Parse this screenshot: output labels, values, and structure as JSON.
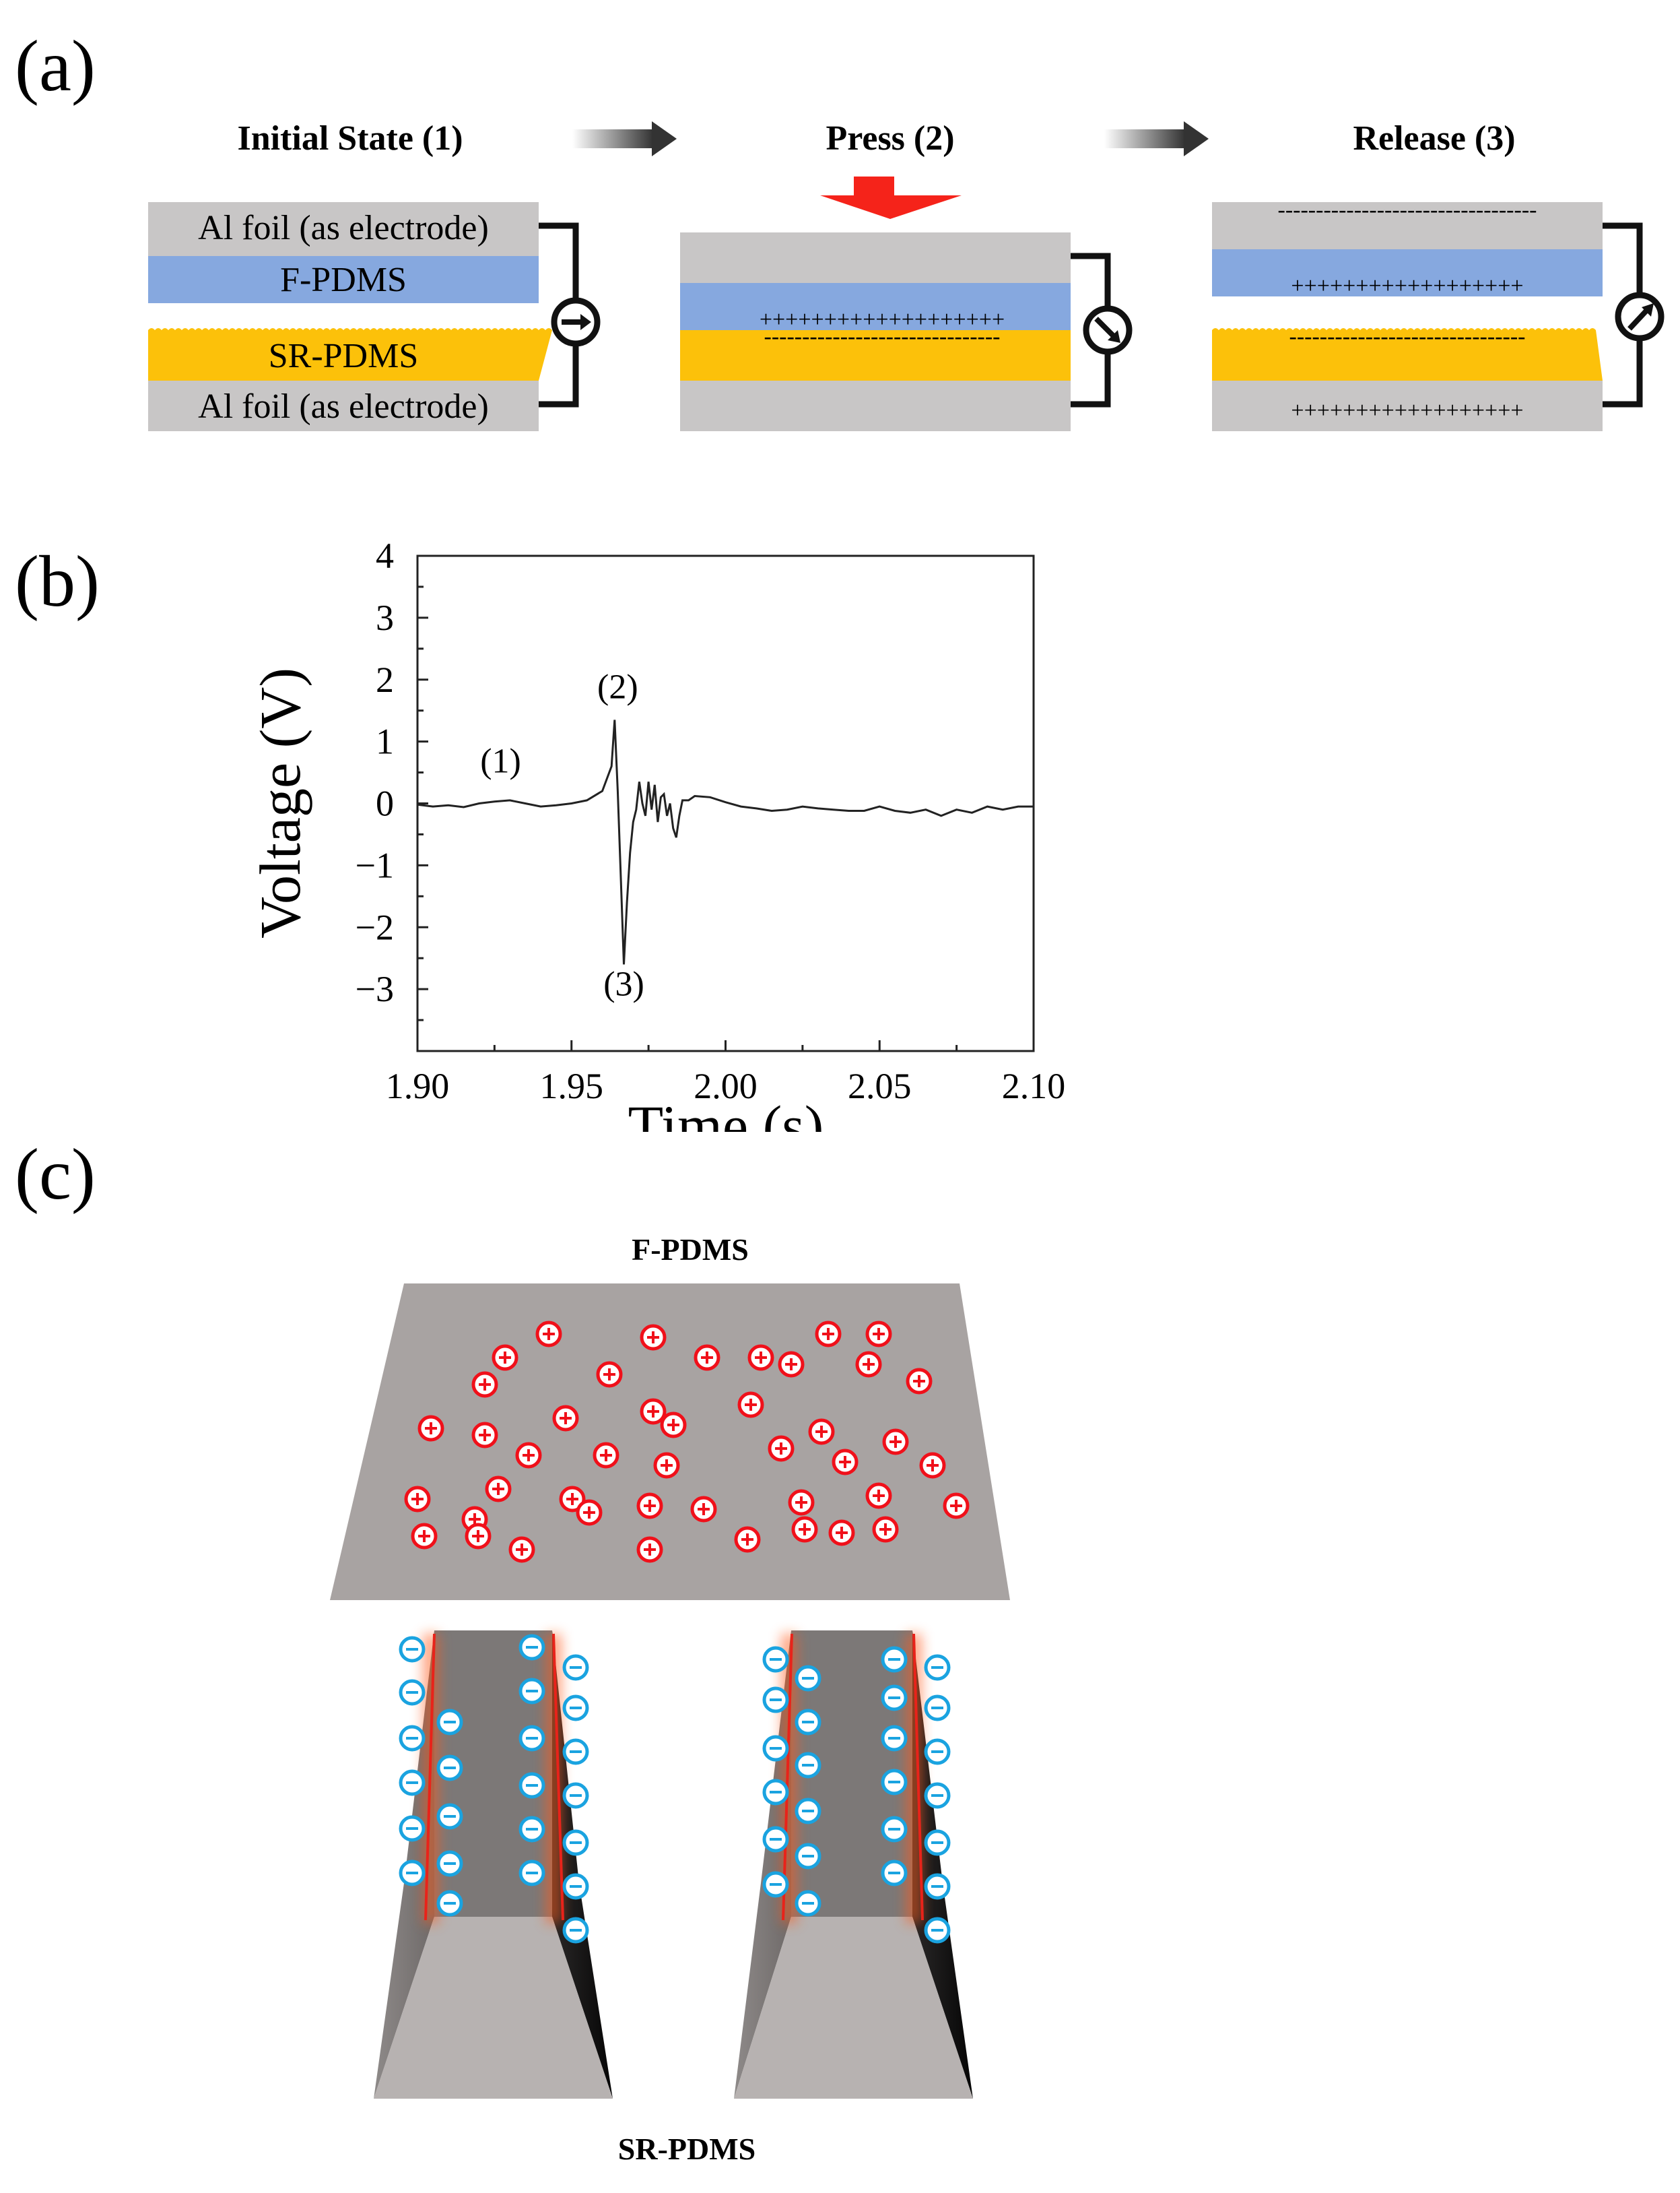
{
  "panel_labels": {
    "a": "(a)",
    "b": "(b)",
    "c": "(c)"
  },
  "panel_a": {
    "states": {
      "initial": "Initial State (1)",
      "press": "Press (2)",
      "release": "Release (3)"
    },
    "layers": {
      "top_electrode": "Al foil (as electrode)",
      "f_pdms": "F-PDMS",
      "sr_pdms": "SR-PDMS",
      "bottom_electrode": "Al foil (as electrode)"
    },
    "charges": {
      "plus_row": "+++++++++++++++++++",
      "minus_row": "-------------------------------",
      "release_top_minus": "----------------------------------",
      "release_plus": "++++++++++++++++++",
      "release_sr_minus": "-------------------------------",
      "release_bottom_plus": "++++++++++++++++++"
    },
    "colors": {
      "electrode": "#c8c6c6",
      "f_pdms": "#86a8df",
      "sr_pdms": "#fcc10a",
      "press_arrow": "#f5231a"
    }
  },
  "chart_data": {
    "type": "line",
    "xlabel": "Time (s)",
    "ylabel": "Voltage (V)",
    "xlim": [
      1.9,
      2.1
    ],
    "ylim": [
      -4,
      4
    ],
    "x_ticks": [
      "1.90",
      "1.95",
      "2.00",
      "2.05",
      "2.10"
    ],
    "y_ticks": [
      "4",
      "3",
      "2",
      "1",
      "0",
      "−1",
      "−2",
      "−3"
    ],
    "series": [
      {
        "x": [
          1.9,
          1.905,
          1.91,
          1.915,
          1.92,
          1.925,
          1.93,
          1.935,
          1.94,
          1.945,
          1.95,
          1.955,
          1.96,
          1.963,
          1.964,
          1.965,
          1.966,
          1.967,
          1.968,
          1.969,
          1.97,
          1.971,
          1.972,
          1.973,
          1.974,
          1.975,
          1.976,
          1.977,
          1.978,
          1.979,
          1.98,
          1.981,
          1.982,
          1.983,
          1.984,
          1.985,
          1.986,
          1.988,
          1.99,
          1.995,
          2.0,
          2.005,
          2.01,
          2.015,
          2.02,
          2.025,
          2.03,
          2.035,
          2.04,
          2.045,
          2.05,
          2.055,
          2.06,
          2.065,
          2.07,
          2.075,
          2.08,
          2.085,
          2.09,
          2.095,
          2.1
        ],
        "y": [
          -0.02,
          -0.05,
          -0.03,
          -0.06,
          0.0,
          0.03,
          0.05,
          0.0,
          -0.05,
          -0.03,
          0.0,
          0.05,
          0.2,
          0.6,
          1.35,
          0.2,
          -1.2,
          -2.6,
          -1.6,
          -0.8,
          -0.3,
          -0.1,
          0.35,
          0.0,
          -0.2,
          0.35,
          -0.1,
          0.3,
          -0.3,
          0.1,
          0.15,
          -0.2,
          0.0,
          -0.4,
          -0.55,
          -0.2,
          0.05,
          0.05,
          0.12,
          0.1,
          0.02,
          -0.05,
          -0.08,
          -0.12,
          -0.1,
          -0.05,
          -0.08,
          -0.1,
          -0.12,
          -0.12,
          -0.05,
          -0.12,
          -0.15,
          -0.1,
          -0.2,
          -0.1,
          -0.15,
          -0.05,
          -0.1,
          -0.05,
          -0.05
        ]
      }
    ],
    "annotations": [
      {
        "text": "(1)",
        "x": 1.927,
        "y": 0.5
      },
      {
        "text": "(2)",
        "x": 1.965,
        "y": 1.7
      },
      {
        "text": "(3)",
        "x": 1.967,
        "y": -3.1
      }
    ],
    "grid": false
  },
  "panel_c": {
    "top_label": "F-PDMS",
    "bottom_label": "SR-PDMS",
    "positive_charge_symbol": "+",
    "negative_charge_symbol": "−",
    "colors": {
      "positive_charge": "#f0101a",
      "negative_charge": "#1aa3e0",
      "plate": "#a8a3a2",
      "glow": "#ff5a1a"
    }
  }
}
